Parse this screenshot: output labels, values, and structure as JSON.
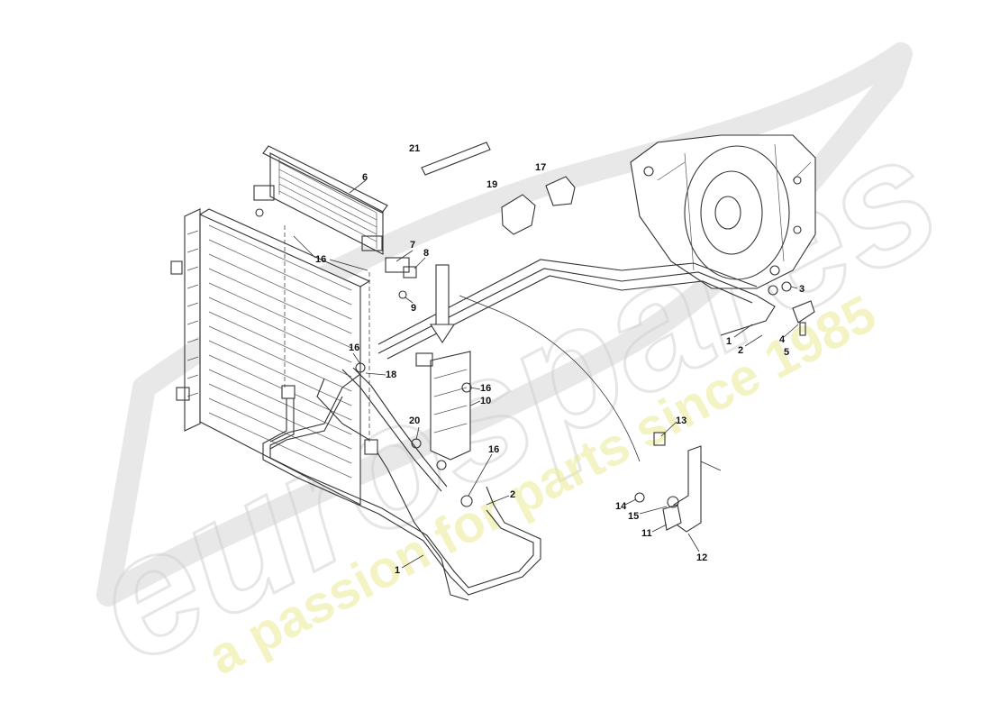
{
  "watermark": {
    "brand": "eurospares",
    "tagline": "a passion for parts since 1985"
  },
  "callouts": [
    {
      "id": "c21",
      "label": "21"
    },
    {
      "id": "c6",
      "label": "6"
    },
    {
      "id": "c19",
      "label": "19"
    },
    {
      "id": "c17",
      "label": "17"
    },
    {
      "id": "c16a",
      "label": "16"
    },
    {
      "id": "c7",
      "label": "7"
    },
    {
      "id": "c8",
      "label": "8"
    },
    {
      "id": "c9",
      "label": "9"
    },
    {
      "id": "c3",
      "label": "3"
    },
    {
      "id": "c1a",
      "label": "1"
    },
    {
      "id": "c2a",
      "label": "2"
    },
    {
      "id": "c4",
      "label": "4"
    },
    {
      "id": "c5",
      "label": "5"
    },
    {
      "id": "c16b",
      "label": "16"
    },
    {
      "id": "c18",
      "label": "18"
    },
    {
      "id": "c16c",
      "label": "16"
    },
    {
      "id": "c10",
      "label": "10"
    },
    {
      "id": "c20",
      "label": "20"
    },
    {
      "id": "c16d",
      "label": "16"
    },
    {
      "id": "c2b",
      "label": "2"
    },
    {
      "id": "c1b",
      "label": "1"
    },
    {
      "id": "c13",
      "label": "13"
    },
    {
      "id": "c14",
      "label": "14"
    },
    {
      "id": "c15",
      "label": "15"
    },
    {
      "id": "c11",
      "label": "11"
    },
    {
      "id": "c12",
      "label": "12"
    }
  ]
}
